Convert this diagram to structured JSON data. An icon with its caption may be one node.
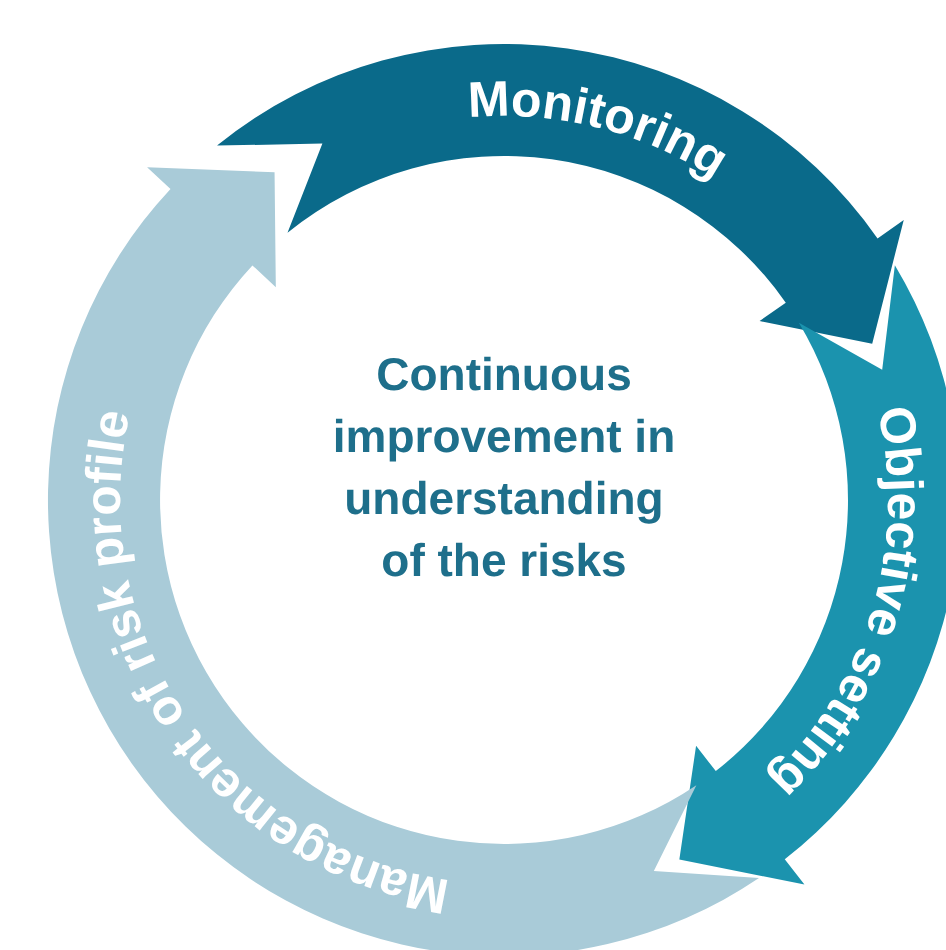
{
  "diagram": {
    "nodes": [
      {
        "text": [
          "Continuous improvement in understanding of the risks"
        ]
      },
      {
        "text": [
          "Monitoring"
        ]
      },
      {
        "text": [
          "Objective setting"
        ]
      },
      {
        "text": [
          "Management of risk profile"
        ]
      }
    ]
  }
}
